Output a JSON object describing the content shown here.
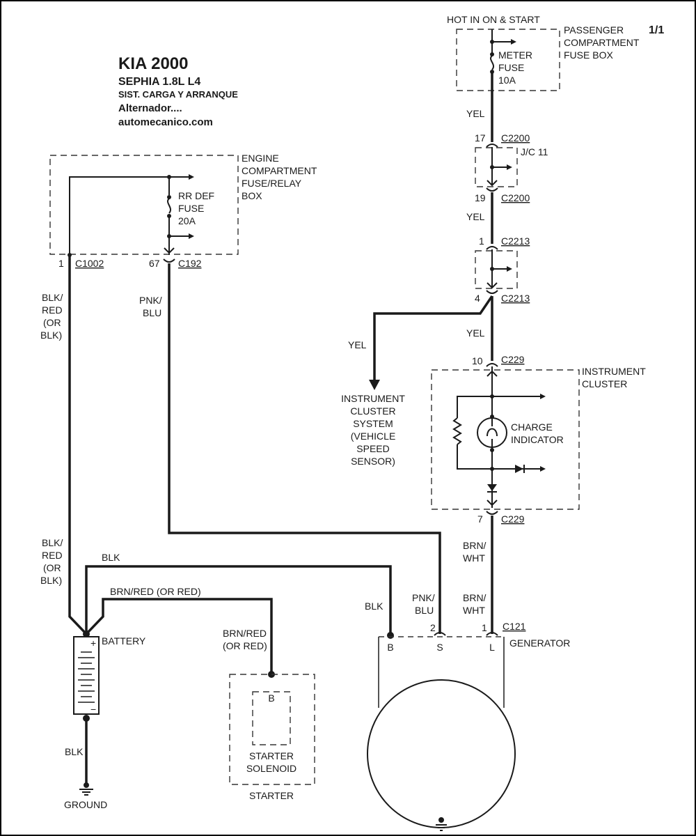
{
  "page_number": "1/1",
  "header": {
    "title": "KIA 2000",
    "model": "SEPHIA  1.8L  L4",
    "system": "SIST. CARGA Y ARRANQUE",
    "component": "Alternador....",
    "site": "automecanico.com"
  },
  "power_source": "HOT IN ON & START",
  "passenger_box": {
    "lines": [
      "PASSENGER",
      "COMPARTMENT",
      "FUSE BOX"
    ],
    "fuse": [
      "METER",
      "FUSE",
      "10A"
    ]
  },
  "engine_box": {
    "lines": [
      "ENGINE",
      "COMPARTMENT",
      "FUSE/RELAY",
      "BOX"
    ],
    "fuse": [
      "RR DEF",
      "FUSE",
      "20A"
    ]
  },
  "junction": "J/C 11",
  "instrument_cluster": {
    "lines": [
      "INSTRUMENT",
      "CLUSTER"
    ],
    "indicator": [
      "CHARGE",
      "INDICATOR"
    ]
  },
  "vss_branch": {
    "wire": "YEL",
    "lines": [
      "INSTRUMENT",
      "CLUSTER",
      "SYSTEM",
      "(VEHICLE",
      "SPEED",
      "SENSOR)"
    ]
  },
  "connectors": {
    "c2200_top": {
      "pin": "17",
      "name": "C2200"
    },
    "c2200_bot": {
      "pin": "19",
      "name": "C2200"
    },
    "c2213_top": {
      "pin": "1",
      "name": "C2213"
    },
    "c2213_bot": {
      "pin": "4",
      "name": "C2213"
    },
    "c229_top": {
      "pin": "10",
      "name": "C229"
    },
    "c229_bot": {
      "pin": "7",
      "name": "C229"
    },
    "c1002": {
      "pin": "1",
      "name": "C1002"
    },
    "c192": {
      "pin": "67",
      "name": "C192"
    },
    "c121_l": {
      "pin": "1",
      "name": "C121"
    },
    "gen_s_pin": "2"
  },
  "wires": {
    "yel1": "YEL",
    "yel2": "YEL",
    "yel3": "YEL",
    "brn_wht_a": [
      "BRN/",
      "WHT"
    ],
    "brn_wht_b": [
      "BRN/",
      "WHT"
    ],
    "pnk_blu_a": [
      "PNK/",
      "BLU"
    ],
    "pnk_blu_b": [
      "PNK/",
      "BLU"
    ],
    "blk_red_a": [
      "BLK/",
      "RED",
      "(OR",
      "BLK)"
    ],
    "blk_red_b": [
      "BLK/",
      "RED",
      "(OR",
      "BLK)"
    ],
    "blk_top": "BLK",
    "blk_gen": "BLK",
    "blk_ground": "BLK",
    "brn_red_h": "BRN/RED (OR RED)",
    "brn_red_v": [
      "BRN/RED",
      "(OR RED)"
    ]
  },
  "battery": {
    "label": "BATTERY",
    "plus": "+",
    "minus": "−"
  },
  "ground": "GROUND",
  "starter": {
    "terminal": "B",
    "solenoid": [
      "STARTER",
      "SOLENOID"
    ],
    "label": "STARTER"
  },
  "generator": {
    "label": "GENERATOR",
    "terminals": [
      "B",
      "S",
      "L"
    ]
  }
}
